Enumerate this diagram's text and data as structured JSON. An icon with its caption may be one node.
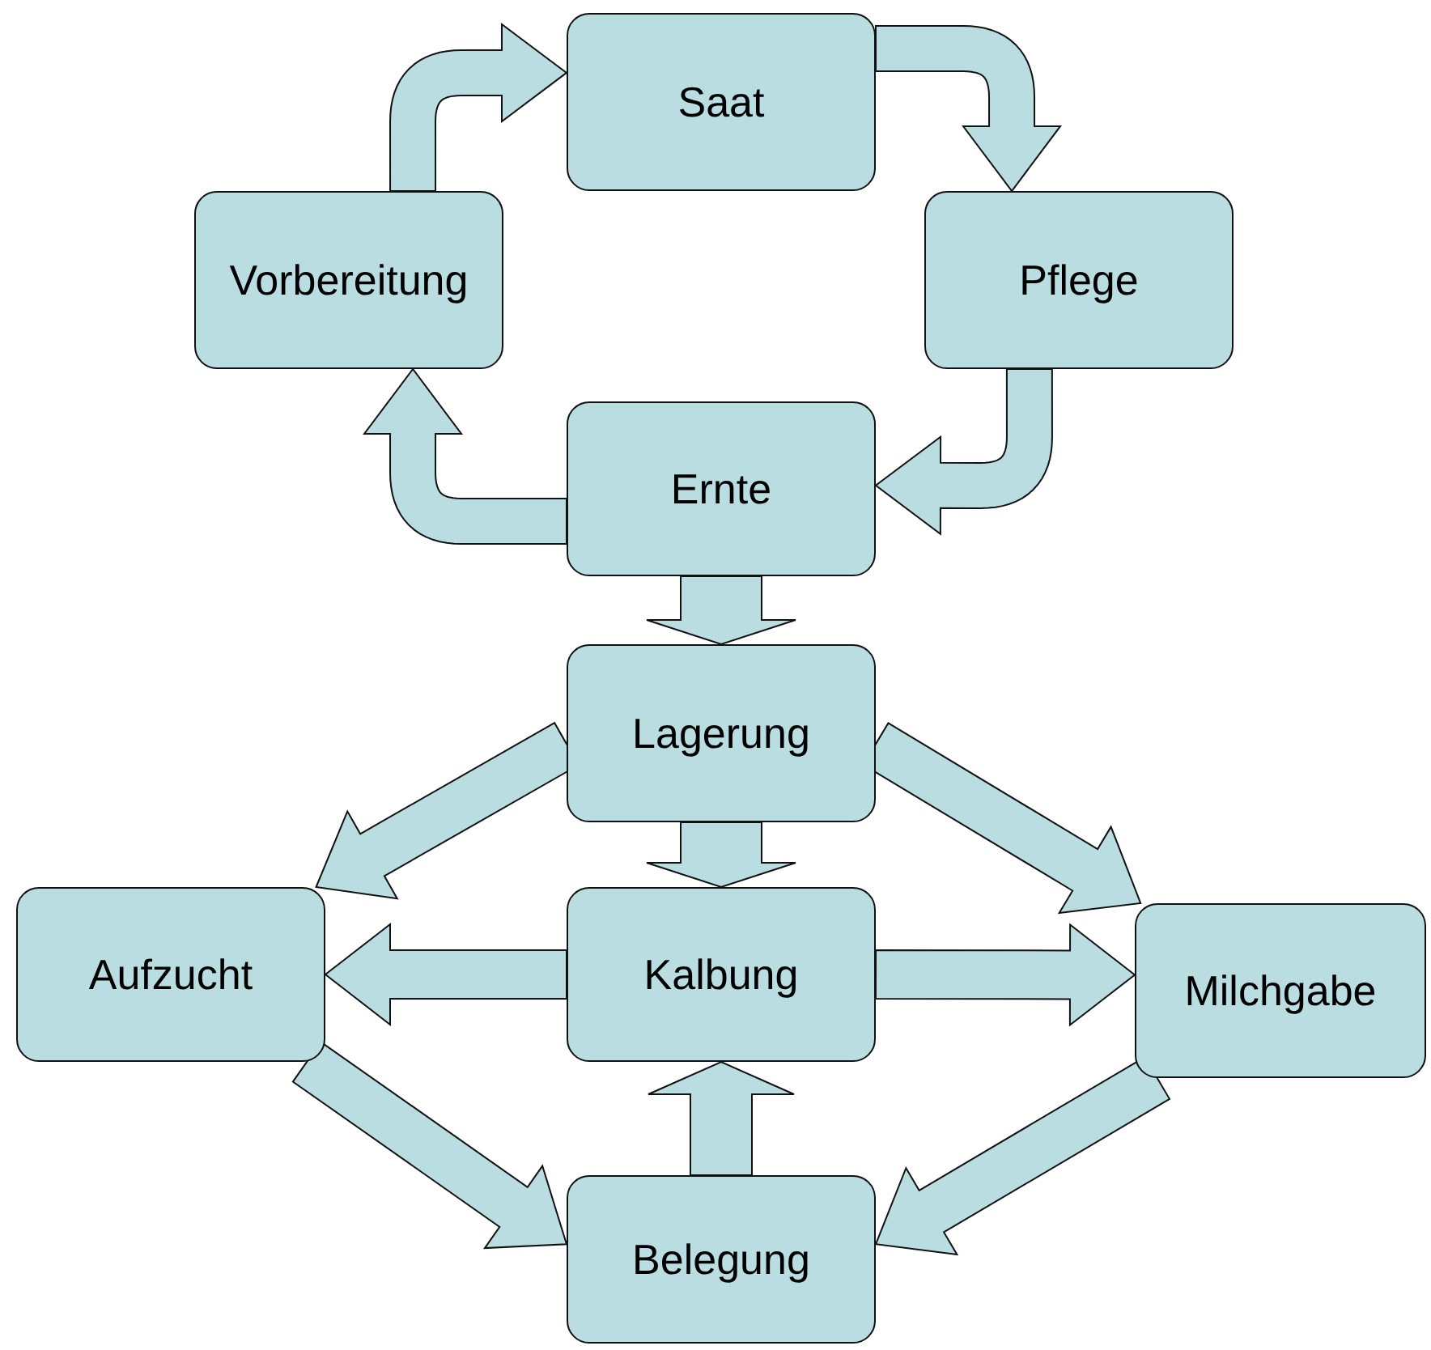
{
  "diagram": {
    "nodes": [
      {
        "text": [
          "Saat"
        ]
      },
      {
        "text": [
          "Pflege"
        ]
      },
      {
        "text": [
          "Ernte"
        ]
      },
      {
        "text": [
          "Vorbereitung"
        ]
      },
      {
        "text": [
          "Lagerung"
        ]
      },
      {
        "text": [
          "Aufzucht"
        ]
      },
      {
        "text": [
          "Kalbung"
        ]
      },
      {
        "text": [
          "Milchgabe"
        ]
      },
      {
        "text": [
          "Belegung"
        ]
      }
    ],
    "edges": [
      {
        "from": 3,
        "to": 0,
        "arrow": "to"
      },
      {
        "from": 0,
        "to": 1,
        "arrow": "to"
      },
      {
        "from": 1,
        "to": 2,
        "arrow": "to"
      },
      {
        "from": 2,
        "to": 3,
        "arrow": "to"
      },
      {
        "from": 2,
        "to": 4,
        "arrow": "to"
      },
      {
        "from": 4,
        "to": 5,
        "arrow": "to"
      },
      {
        "from": 4,
        "to": 6,
        "arrow": "to"
      },
      {
        "from": 4,
        "to": 7,
        "arrow": "to"
      },
      {
        "from": 6,
        "to": 5,
        "arrow": "to"
      },
      {
        "from": 6,
        "to": 7,
        "arrow": "to"
      },
      {
        "from": 8,
        "to": 6,
        "arrow": "to"
      },
      {
        "from": 5,
        "to": 8,
        "arrow": "to"
      },
      {
        "from": 7,
        "to": 8,
        "arrow": "to"
      }
    ]
  }
}
